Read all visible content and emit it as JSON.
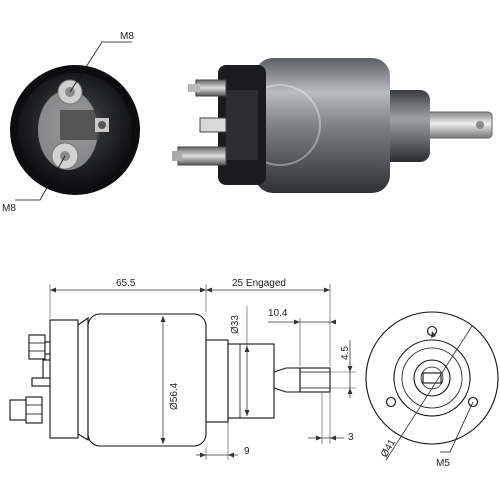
{
  "photo_labels": {
    "terminal_top": "M8",
    "terminal_bottom": "M8"
  },
  "dimensions": {
    "body_length": "65.5",
    "engaged_travel": "25 Engaged",
    "body_diameter": "Ø56.4",
    "neck_diameter": "Ø33",
    "plunger_offset": "10.4",
    "slot_width": "4.5",
    "neck_length": "9",
    "slot_depth": "3",
    "flange_diameter": "Ø41",
    "mounting_thread": "M5"
  },
  "colors": {
    "photo_metal": "#8d9096",
    "photo_dark": "#1c1c1e",
    "line": "#111111"
  }
}
